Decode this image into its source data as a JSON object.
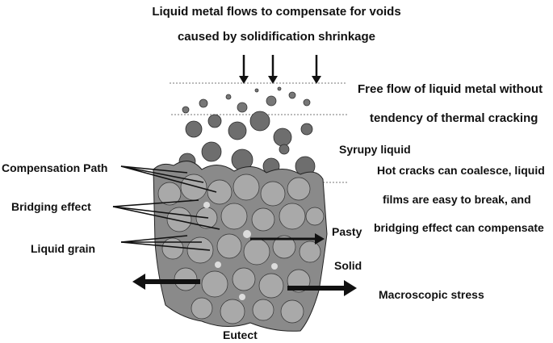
{
  "header": {
    "line1": "Liquid metal flows to compensate for voids",
    "line2": "caused by solidification shrinkage"
  },
  "right_labels": {
    "free_flow_1": "Free flow of liquid metal without",
    "free_flow_2": "tendency of thermal cracking",
    "syrupy": "Syrupy liquid",
    "hot_cracks_1": "Hot cracks can coalesce, liquid",
    "hot_cracks_2": "films are easy to break, and",
    "hot_cracks_3": "bridging effect can compensate",
    "pasty": "Pasty",
    "solid": "Solid",
    "macroscopic_stress": "Macroscopic stress"
  },
  "left_labels": {
    "compensation_path": "Compensation Path",
    "bridging_effect": "Bridging effect",
    "liquid_grain": "Liquid grain"
  },
  "bottom_label": {
    "eutect": "Eutect"
  }
}
